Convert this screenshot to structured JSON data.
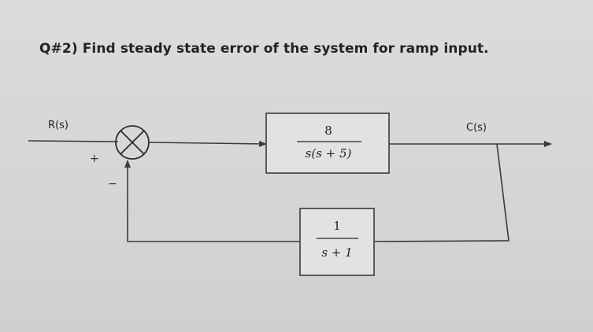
{
  "question": {
    "text": "Q#2) Find steady state error of the system for ramp input."
  },
  "diagram": {
    "input_label": "R(s)",
    "output_label": "C(s)",
    "plus_sign": "+",
    "minus_sign": "−",
    "forward_block": {
      "numerator": "8",
      "denominator": "s(s + 5)"
    },
    "feedback_block": {
      "numerator": "1",
      "denominator": "s + 1"
    },
    "colors": {
      "line": "#3a3a3a",
      "block_fill": "#e2e2e0"
    }
  }
}
